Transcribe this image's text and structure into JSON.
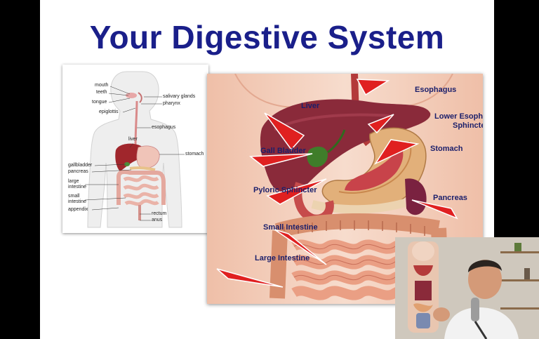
{
  "slide": {
    "title": "Your Digestive System"
  },
  "left_diagram": {
    "labels": {
      "mouth": "mouth",
      "teeth": "teeth",
      "tongue": "tongue",
      "epiglottis": "epiglottis",
      "salivary_glands": "salivary glands",
      "pharynx": "pharynx",
      "esophagus": "esophagus",
      "liver": "liver",
      "stomach": "stomach",
      "gallbladder": "gallbladder",
      "pancreas": "pancreas",
      "large_intestine_1": "large",
      "large_intestine_2": "intestine",
      "small_intestine_1": "small",
      "small_intestine_2": "intestine",
      "appendix": "appendix",
      "rectum": "rectum",
      "anus": "anus"
    }
  },
  "right_diagram": {
    "labels": {
      "esophagus": "Esophagus",
      "liver": "Liver",
      "lower_esophageal_sphincter_1": "Lower Esophageal",
      "lower_esophageal_sphincter_2": "Sphincter",
      "gall_bladder": "Gall Bladder",
      "stomach": "Stomach",
      "pyloric_sphincter": "Pyloric Sphincter",
      "pancreas": "Pancreas",
      "small_intestine": "Small Intestine",
      "large_intestine": "Large Intestine"
    },
    "colors": {
      "arrow": "#e02020",
      "label": "#1b1f6b",
      "liver": "#8a2a3a",
      "gallbladder": "#3f7d2a",
      "stomach": "#e2b07a",
      "intestine": "#e9a080"
    }
  },
  "colors": {
    "title": "#1a1f8a",
    "background": "#000000",
    "slide": "#ffffff"
  }
}
